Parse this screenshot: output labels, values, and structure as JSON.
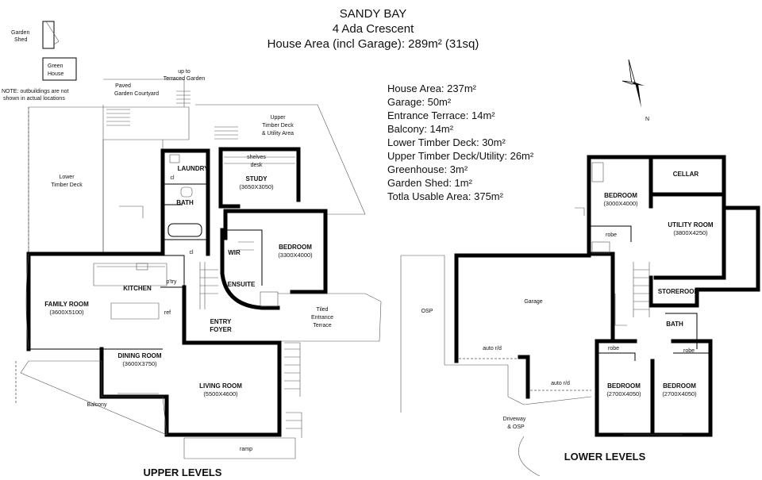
{
  "header": {
    "title": "SANDY BAY",
    "address": "4 Ada Crescent",
    "house_area": "House Area (incl Garage): 289m² (31sq)"
  },
  "areas": [
    "House Area: 237m²",
    "Garage: 50m²",
    "Entrance Terrace: 14m²",
    "Balcony: 14m²",
    "Lower Timber Deck: 30m²",
    "Upper Timber Deck/Utility: 26m²",
    "Greenhouse: 3m²",
    "Garden Shed: 1m²",
    "Totla Usable Area: 375m²"
  ],
  "outbuildings": {
    "garden_shed_1": "Garden",
    "garden_shed_2": "Shed",
    "green_house_1": "Green",
    "green_house_2": "House",
    "note_1": "NOTE: outbuildings are not",
    "note_2": "shown in actual locations"
  },
  "compass": {
    "north": "N"
  },
  "upper": {
    "heading": "UPPER LEVELS",
    "paved_1": "Paved",
    "paved_2": "Garden Courtyard",
    "up_1": "up to",
    "up_2": "Terraced Garden",
    "upper_deck_1": "Upper",
    "upper_deck_2": "Timber Deck",
    "upper_deck_3": "& Utility Area",
    "lower_deck_1": "Lower",
    "lower_deck_2": "Timber Deck",
    "laundry": "LAUNDRY",
    "cl_1": "cl",
    "cl_2": "cl",
    "bath": "BATH",
    "shelves": "shelves",
    "desk": "desk",
    "study": "STUDY",
    "study_dim": "(3650X3050)",
    "bedroom": "BEDROOM",
    "bedroom_dim": "(3300X4000)",
    "wir": "WIR",
    "ensuite": "ENSUITE",
    "kitchen": "KITCHEN",
    "ptry": "p'try",
    "ref": "ref",
    "family": "FAMILY ROOM",
    "family_dim": "(3600X5100)",
    "entry_1": "ENTRY",
    "entry_2": "FOYER",
    "tiled_1": "Tiled",
    "tiled_2": "Entrance",
    "tiled_3": "Terrace",
    "dining": "DINING ROOM",
    "dining_dim": "(3600X3750)",
    "living": "LIVING ROOM",
    "living_dim": "(5500X4600)",
    "balcony": "Balcony",
    "ramp": "ramp"
  },
  "lower": {
    "heading": "LOWER LEVELS",
    "cellar": "CELLAR",
    "bedroom": "BEDROOM",
    "bedroom_dim": "(3000X4000)",
    "robe": "robe",
    "utility": "UTILITY ROOM",
    "utility_dim": "(3800X4250)",
    "storeroom": "STOREROOM",
    "osp": "OSP",
    "garage": "Garage",
    "auto_1": "auto r/d",
    "auto_2": "auto r/d",
    "bath": "BATH",
    "robe_2": "robe",
    "robe_3": "robe",
    "bed2": "BEDROOM",
    "bed2_dim": "(2700X4050)",
    "bed3": "BEDROOM",
    "bed3_dim": "(2700X4050)",
    "drive_1": "Driveway",
    "drive_2": "& OSP"
  }
}
